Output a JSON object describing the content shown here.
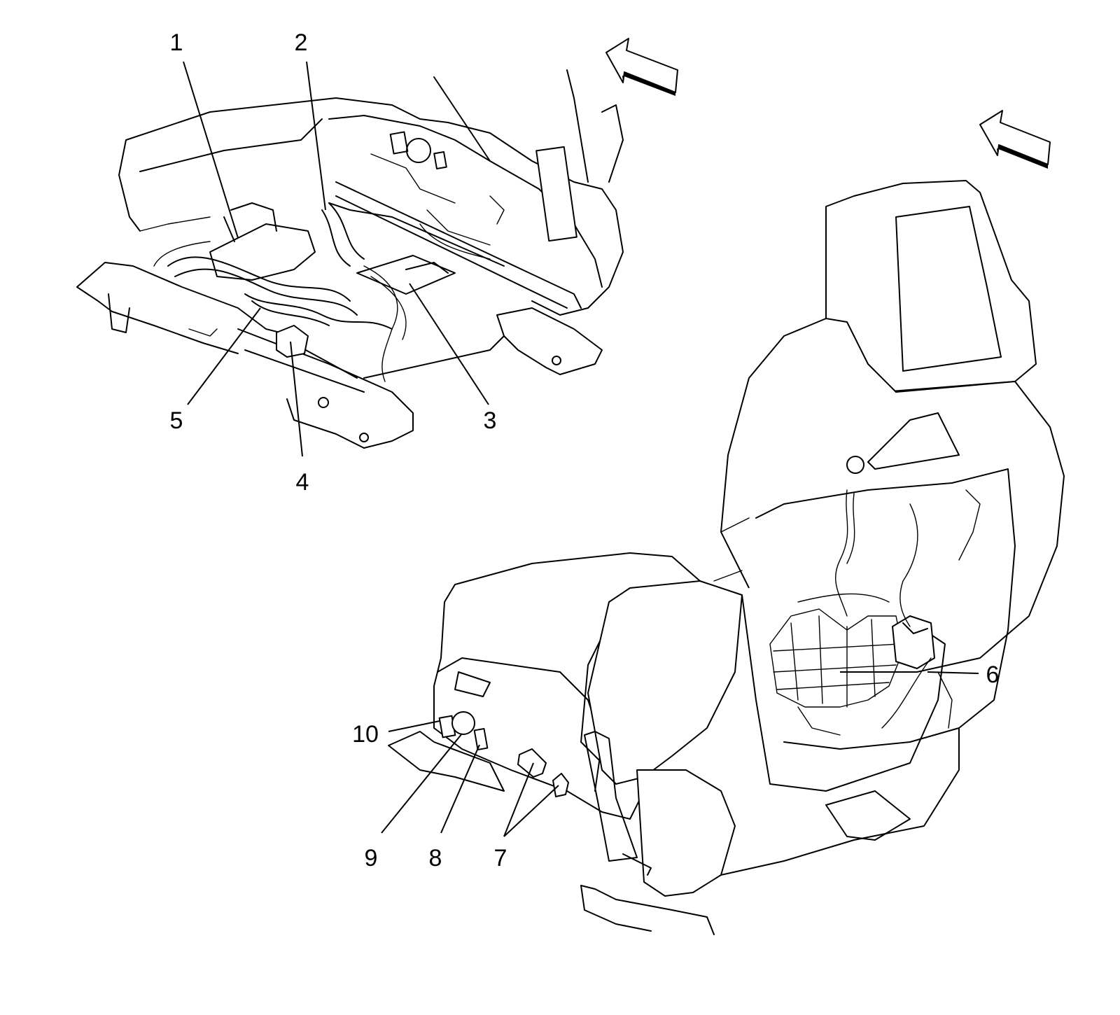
{
  "callouts": [
    {
      "id": "1",
      "text": "1"
    },
    {
      "id": "2",
      "text": "2"
    },
    {
      "id": "3",
      "text": "3"
    },
    {
      "id": "4",
      "text": "4"
    },
    {
      "id": "5",
      "text": "5"
    },
    {
      "id": "6",
      "text": "6"
    },
    {
      "id": "7",
      "text": "7"
    },
    {
      "id": "8",
      "text": "8"
    },
    {
      "id": "9",
      "text": "9"
    },
    {
      "id": "10",
      "text": "10"
    }
  ],
  "icons": {
    "arrow_upper": "direction-arrow-icon",
    "arrow_lower": "direction-arrow-icon"
  }
}
